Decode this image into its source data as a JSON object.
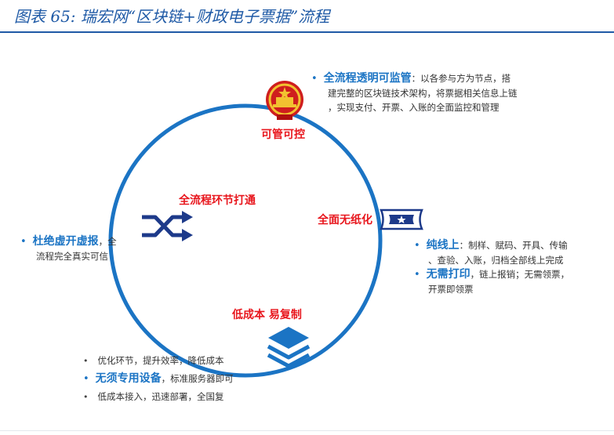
{
  "figure": {
    "title": "图表 65:  瑞宏网“区块链+财政电子票据”流程"
  },
  "cycle": {
    "top_label": "可管可控",
    "left_label": "全流程环节打通",
    "right_label": "全面无纸化",
    "bottom_label": "低成本 易复制"
  },
  "notes": {
    "top": {
      "highlight": "全流程透明可监管",
      "line1_rest": "：以各参与方为节点，搭",
      "line2": "建完整的区块链技术架构，将票据相关信息上链",
      "line3": "，实现支付、开票、入账的全面监控和管理"
    },
    "left": {
      "highlight": "杜绝虚开虚报",
      "line1_rest": "，全",
      "line2": "流程完全真实可信"
    },
    "right": {
      "item1_highlight": "纯线上",
      "item1_rest": "：制样、赋码、开具、传输",
      "item1_line2": "、查验、入账，归档全部线上完成",
      "item2_highlight": "无需打印",
      "item2_rest": "，链上报销；无需领票，",
      "item2_line2": "开票即领票"
    },
    "bottom": {
      "item1": "优化环节，提升效率，降低成本",
      "item2_highlight": "无须专用设备",
      "item2_rest": "，标准服务器即可",
      "item3": "低成本接入，迅速部署，全国复"
    }
  },
  "colors": {
    "accent_blue": "#1b74c4",
    "title_blue": "#1f5aa6",
    "label_red": "#e8161d",
    "icon_navy": "#1d3a8a"
  },
  "icons": {
    "top": "national-emblem-icon",
    "left": "shuffle-arrows-icon",
    "right": "ticket-icon",
    "bottom": "layers-stack-icon"
  }
}
